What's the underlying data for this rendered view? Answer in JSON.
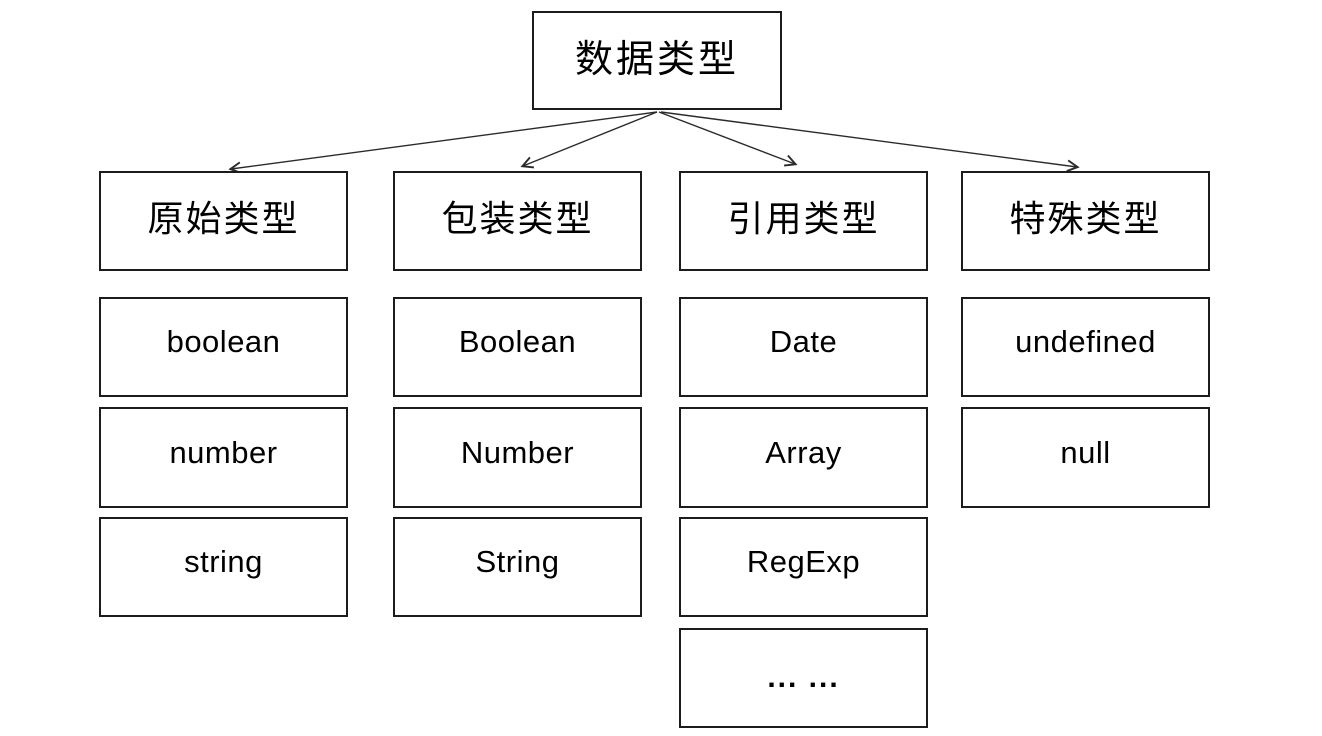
{
  "diagram": {
    "root_label": "数据类型",
    "groups": [
      {
        "label": "原始类型",
        "items": [
          "boolean",
          "number",
          "string"
        ]
      },
      {
        "label": "包装类型",
        "items": [
          "Boolean",
          "Number",
          "String"
        ]
      },
      {
        "label": "引用类型",
        "items": [
          "Date",
          "Array",
          "RegExp",
          "... ..."
        ]
      },
      {
        "label": "特殊类型",
        "items": [
          "undefined",
          "null"
        ]
      }
    ],
    "colors": {
      "background": "#ffffff",
      "border": "#1c1c1c",
      "text": "#000000",
      "arrow": "#2b2b2b"
    }
  }
}
